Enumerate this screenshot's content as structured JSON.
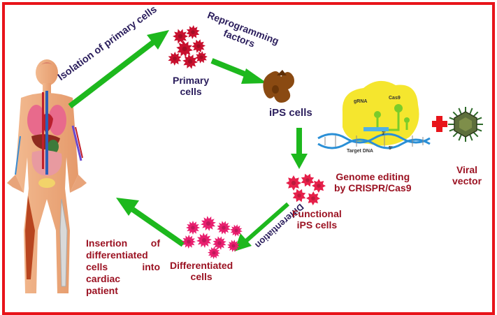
{
  "colors": {
    "frame": "#e8141a",
    "arrow": "#1db81d",
    "primary_cells": "#c8102e",
    "ips_cells": "#8a4a12",
    "functional_cells": "#e6204a",
    "differentiated_cells": "#e81e6e",
    "crispr_blob": "#f5e62e",
    "dna": "#2a8fd6",
    "plus": "#e8141a",
    "label_dark": "#2a1d5c",
    "label_red": "#9b1222"
  },
  "icons": {
    "human_body": "human-body-anatomy-icon",
    "primary_cells": "spiky-cell-cluster-icon",
    "ips_cells": "ips-cell-cluster-icon",
    "functional_cells": "functional-cell-cluster-icon",
    "differentiated_cells": "differentiated-cell-cluster-icon",
    "crispr": "crispr-cas9-complex-icon",
    "plus": "plus-icon",
    "virus": "viral-particle-icon"
  },
  "labels": {
    "isolation": "Isolation of primary cells",
    "reprogramming": [
      "Reprogramming",
      "factors"
    ],
    "primary_cells": [
      "Primary",
      "cells"
    ],
    "ips_cells": "iPS cells",
    "differentiation": "Differentiation",
    "functional_cells": [
      "Functional",
      "iPS cells"
    ],
    "differentiated_cells": [
      "Differentiated",
      "cells"
    ],
    "insertion": [
      "Insertion of",
      "differentiated",
      "cells into",
      "cardiac",
      "patient"
    ],
    "genome_editing": [
      "Genome editing",
      "by CRISPR/Cas9"
    ],
    "viral_vector": [
      "Viral",
      "vector"
    ],
    "crispr_grna": "gRNA",
    "crispr_cas9": "Cas9",
    "crispr_target": "Target DNA",
    "crispr_5": "5'",
    "crispr_3": "3'"
  }
}
